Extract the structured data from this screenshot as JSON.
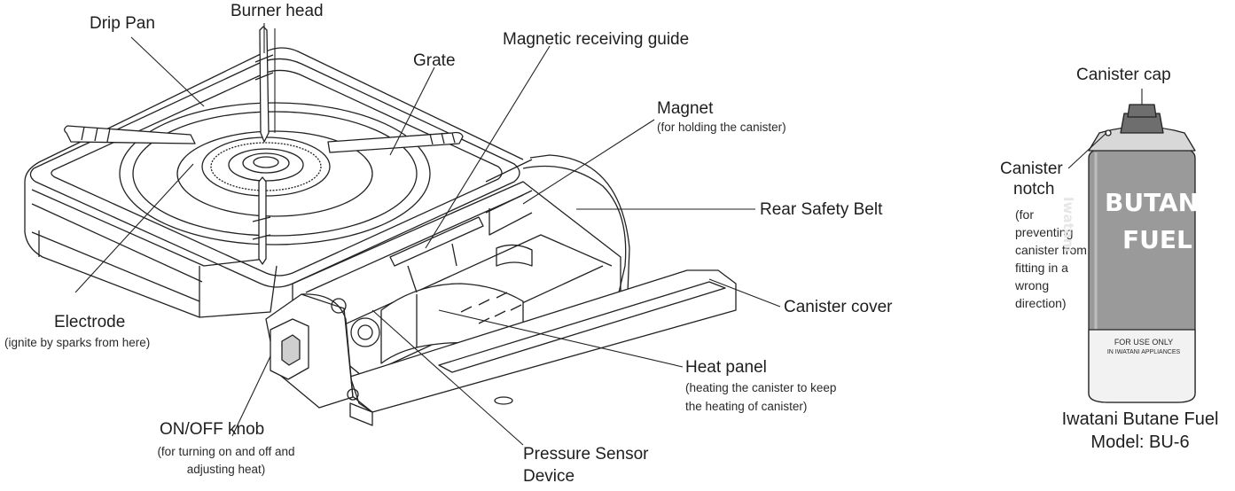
{
  "labels": {
    "drip_pan": "Drip Pan",
    "burner_head": "Burner head",
    "magnetic_receiving_guide": "Magnetic receiving guide",
    "grate": "Grate",
    "magnet": "Magnet",
    "magnet_note": "(for holding the canister)",
    "rear_safety_belt": "Rear Safety Belt",
    "canister_cover": "Canister  cover",
    "electrode": "Electrode",
    "electrode_note": "(ignite by sparks from here)",
    "heat_panel": "Heat panel",
    "heat_panel_note_1": "(heating the canister to keep",
    "heat_panel_note_2": "the heating of canister)",
    "on_off_knob": "ON/OFF knob",
    "on_off_note_1": "(for turning on and off and",
    "on_off_note_2": "adjusting heat)",
    "pressure_sensor_1": "Pressure Sensor",
    "pressure_sensor_2": "Device"
  },
  "canister": {
    "cap_label": "Canister cap",
    "notch_label_1": "Canister",
    "notch_label_2": "notch",
    "notch_note": "(for preventing canister from fitting in a wrong direction)",
    "brand_vertical": "Iwatani",
    "product_word_1": "BUTANE",
    "product_word_2": "FUEL",
    "fine_print_1": "FOR USE ONLY",
    "fine_print_2": "IN IWATANI APPLIANCES",
    "title": "Iwatani Butane Fuel",
    "model": "Model: BU-6"
  },
  "colors": {
    "line": "#222222",
    "canister_body": "#9a9a9a",
    "canister_cap": "#6e6e6e"
  }
}
